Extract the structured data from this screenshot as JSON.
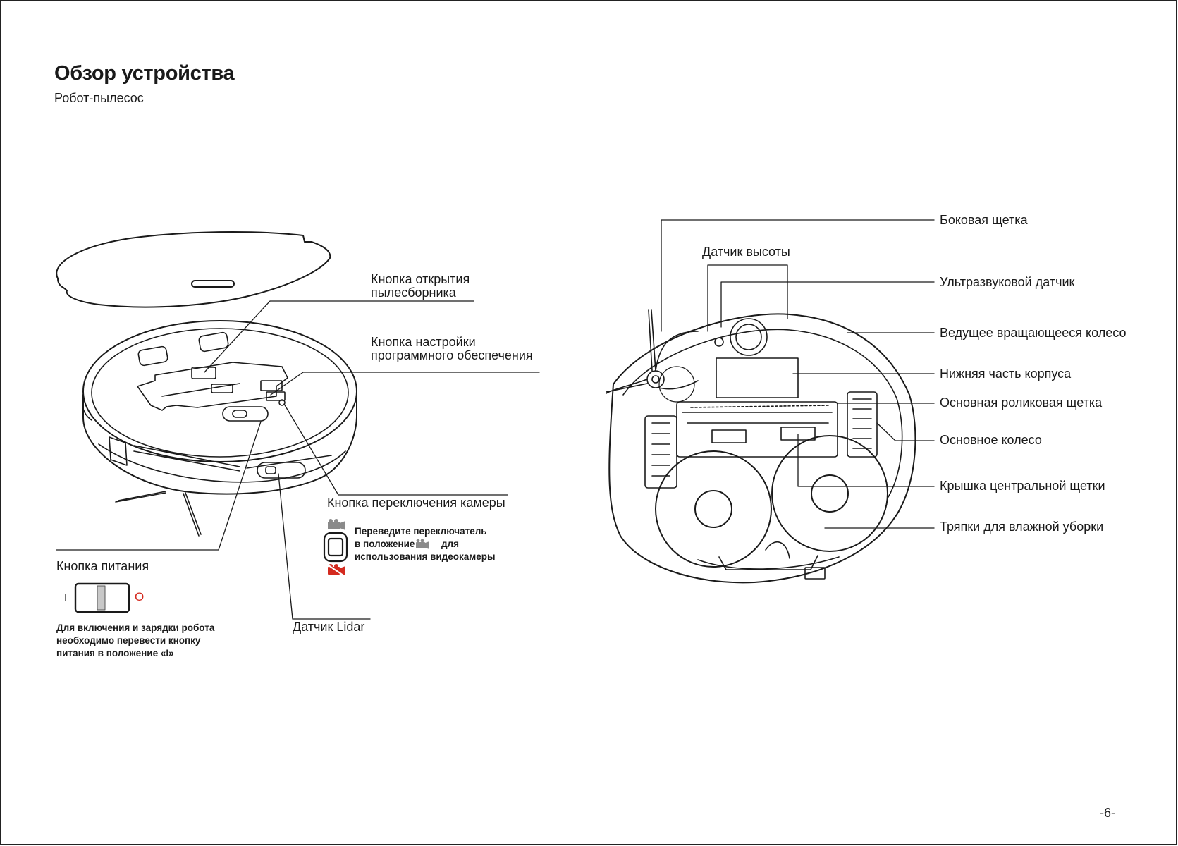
{
  "header": {
    "title": "Обзор устройства",
    "subtitle": "Робот-пылесос"
  },
  "top_view": {
    "callouts": {
      "dustbin_button": [
        "Кнопка открытия",
        "пылесборника"
      ],
      "software_button": [
        "Кнопка настройки",
        "программного обеспечения"
      ],
      "camera_switch": "Кнопка переключения камеры",
      "power_button": "Кнопка питания",
      "lidar_sensor": "Датчик Lidar"
    },
    "camera_note": {
      "line1": "Переведите переключатель",
      "line2_before": "в положение",
      "line2_after": "для",
      "line3": "использования видеокамеры"
    },
    "power_switch": {
      "on_mark": "I",
      "off_mark": "O"
    },
    "power_note": [
      "Для включения и зарядки робота",
      "необходимо перевести кнопку",
      "питания в положение «I»"
    ]
  },
  "bottom_view": {
    "callouts": {
      "side_brush": "Боковая щетка",
      "height_sensor": "Датчик высоты",
      "ultrasonic_sensor": "Ультразвуковой датчик",
      "drive_wheel": "Ведущее вращающееся колесо",
      "bottom_housing": "Нижняя часть корпуса",
      "main_roller_brush": "Основная роликовая щетка",
      "main_wheel": "Основное колесо",
      "center_brush_cover": "Крышка центральной щетки",
      "mop_pads": "Тряпки для влажной уборки"
    }
  },
  "footer": {
    "page_number": "-6-"
  },
  "colors": {
    "text": "#1a1a1a",
    "accent_red": "#d42a1f",
    "camera_icon_gray": "#8a8a8a"
  }
}
